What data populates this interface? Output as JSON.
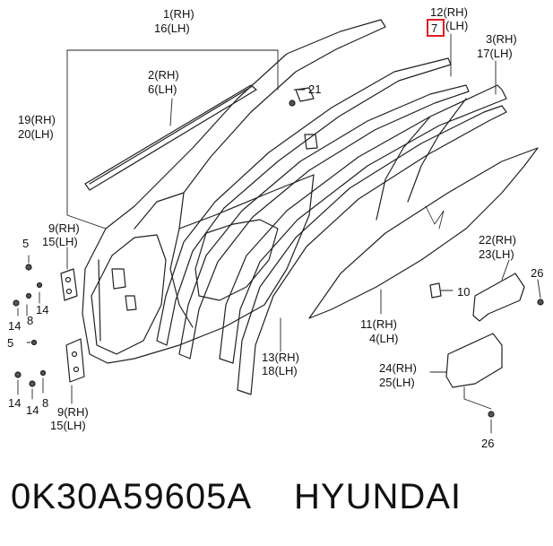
{
  "callouts": {
    "c1": {
      "rh": "1(RH)",
      "lh": "16(LH)"
    },
    "c2": {
      "rh": "2(RH)",
      "lh": "6(LH)"
    },
    "c21": {
      "num": "21"
    },
    "c12": {
      "rh": "12(RH)",
      "lh": "7",
      "lh_suffix": "(LH)"
    },
    "c3": {
      "rh": "3(RH)",
      "lh": "17(LH)"
    },
    "c19": {
      "rh": "19(RH)",
      "lh": "20(LH)"
    },
    "c9a": {
      "rh": "9(RH)",
      "lh": "15(LH)"
    },
    "c5a": {
      "num": "5"
    },
    "c14a": {
      "num": "14"
    },
    "c8a": {
      "num": "8"
    },
    "c14b": {
      "num": "14"
    },
    "c5b": {
      "num": "5"
    },
    "c14c": {
      "num": "14"
    },
    "c14d": {
      "num": "14"
    },
    "c8b": {
      "num": "8"
    },
    "c9b": {
      "rh": "9(RH)",
      "lh": "15(LH)"
    },
    "c22": {
      "rh": "22(RH)",
      "lh": "23(LH)"
    },
    "c26a": {
      "num": "26"
    },
    "c10": {
      "num": "10"
    },
    "c11": {
      "rh": "11(RH)",
      "lh": "4(LH)"
    },
    "c13": {
      "rh": "13(RH)",
      "lh": "18(LH)"
    },
    "c24": {
      "rh": "24(RH)",
      "lh": "25(LH)"
    },
    "c26b": {
      "num": "26"
    }
  },
  "highlight_color": "#e02020",
  "footer": {
    "part_number": "0K30A59605A",
    "brand": "HYUNDAI"
  }
}
